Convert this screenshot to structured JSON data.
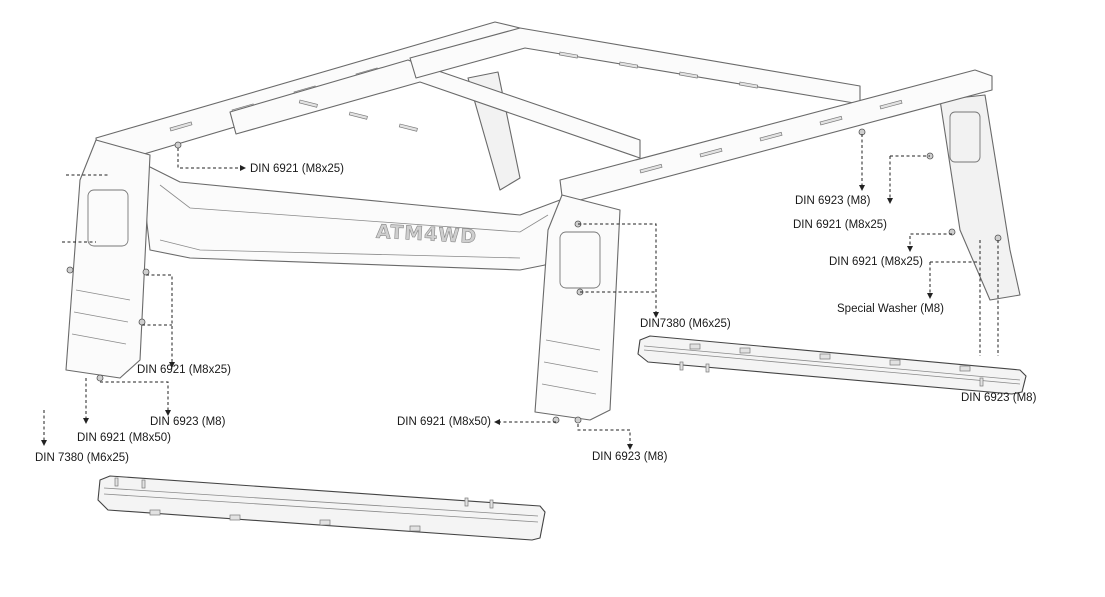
{
  "logo_text": "ATM4WD",
  "callouts": [
    {
      "id": "c1",
      "text": "DIN 6921 (M8x25)"
    },
    {
      "id": "c2",
      "text": "DIN 6921 (M8x25)"
    },
    {
      "id": "c3",
      "text": "DIN 6923 (M8)"
    },
    {
      "id": "c4",
      "text": "DIN 6921 (M8x50)"
    },
    {
      "id": "c5",
      "text": "DIN 7380 (M6x25)"
    },
    {
      "id": "c6",
      "text": "DIN7380 (M6x25)"
    },
    {
      "id": "c7",
      "text": "DIN 6921 (M8x50)"
    },
    {
      "id": "c8",
      "text": "DIN 6923 (M8)"
    },
    {
      "id": "c9",
      "text": "DIN 6923 (M8)"
    },
    {
      "id": "c10",
      "text": "DIN 6921 (M8x25)"
    },
    {
      "id": "c11",
      "text": "DIN 6921 (M8x25)"
    },
    {
      "id": "c12",
      "text": "Special Washer (M8)"
    },
    {
      "id": "c13",
      "text": "DIN 6923 (M8)"
    }
  ],
  "colors": {
    "line": "#6a6a6a",
    "leader": "#222222",
    "background": "#ffffff"
  }
}
